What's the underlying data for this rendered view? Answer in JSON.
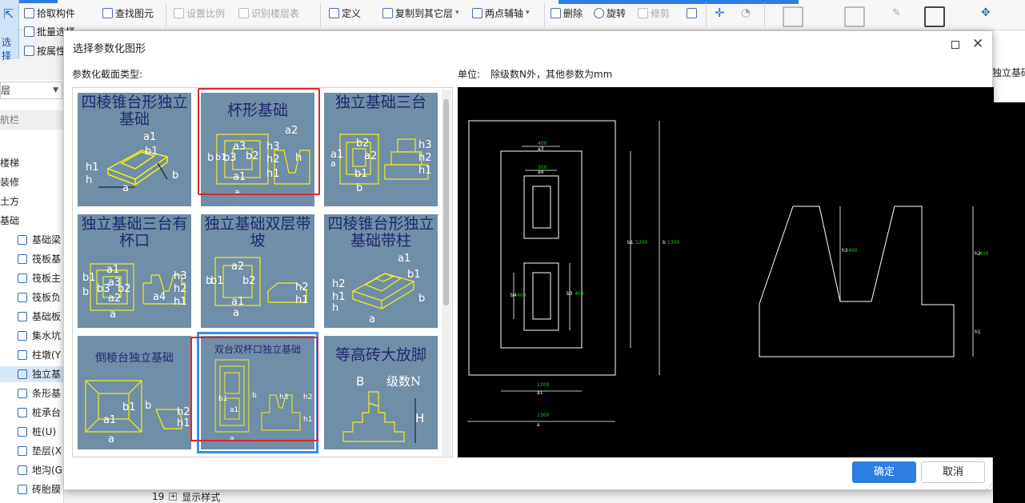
{
  "ribbon": {
    "select_label": "选择",
    "pick_component": "拾取构件",
    "batch_select": "批量选择",
    "by_attr": "按属性",
    "find_element": "查找图元",
    "set_scale": "设置比例",
    "identify_floor_table": "识别楼层表",
    "define": "定义",
    "copy_to_other_floor": "复制到其它层",
    "two_point_axis": "两点辅轴",
    "delete": "删除",
    "rotate": "旋转",
    "trim": "修剪"
  },
  "sidebar": {
    "floor_value": "层",
    "nav_title": "航栏",
    "items": [
      {
        "label": "楼梯"
      },
      {
        "label": "装修"
      },
      {
        "label": "土方"
      },
      {
        "label": "基础"
      },
      {
        "label": "基础梁"
      },
      {
        "label": "筏板基"
      },
      {
        "label": "筏板主"
      },
      {
        "label": "筏板负"
      },
      {
        "label": "基础板"
      },
      {
        "label": "集水坑"
      },
      {
        "label": "柱墩(Y"
      },
      {
        "label": "独立基"
      },
      {
        "label": "条形基"
      },
      {
        "label": "桩承台"
      },
      {
        "label": "桩(U)"
      },
      {
        "label": "垫层(X"
      },
      {
        "label": "地沟(G"
      },
      {
        "label": "砖胎膜"
      }
    ]
  },
  "bottom_row": {
    "num": "19",
    "label": "显示样式"
  },
  "right_strip": {
    "label": "独立基础"
  },
  "dialog": {
    "title": "选择参数化图形",
    "type_label": "参数化截面类型:",
    "unit_label": "单位:",
    "unit_value": "除级数N外，其他参数为mm",
    "ok": "确定",
    "cancel": "取消"
  },
  "tiles": [
    {
      "title": "四棱锥台形独立基础"
    },
    {
      "title": "杯形基础"
    },
    {
      "title": "独立基础三台"
    },
    {
      "title": "独立基础三台有杯口"
    },
    {
      "title": "独立基础双层带坡"
    },
    {
      "title": "四棱锥台形独立基础带柱"
    },
    {
      "title": "倒棱台独立基础"
    },
    {
      "title": "双台双杯口独立基础"
    },
    {
      "title": "等高砖大放脚"
    }
  ],
  "tile_labels": {
    "pyramid": [
      "a1",
      "b1",
      "h1",
      "h",
      "a",
      "b"
    ],
    "cup": [
      "a2",
      "a3",
      "b3",
      "b2",
      "h3",
      "h2",
      "h1",
      "a1",
      "a",
      "b",
      "b1",
      "h"
    ],
    "three_step": [
      "b2",
      "a2",
      "a1",
      "b1",
      "h3",
      "h2",
      "h1",
      "a",
      "b"
    ],
    "three_step_cup": [
      "a1",
      "a3",
      "b1",
      "b3",
      "b2",
      "a2",
      "h3",
      "h2",
      "h1",
      "a4",
      "a",
      "b"
    ],
    "double_slope": [
      "a2",
      "b1",
      "b2",
      "a1",
      "h2",
      "h1",
      "b",
      "a"
    ],
    "pyramid_col": [
      "a1",
      "b1",
      "h2",
      "h1",
      "h",
      "a",
      "b"
    ],
    "inverted": [
      "a1",
      "b1",
      "b",
      "h2",
      "h1",
      "a"
    ],
    "double_cup": [
      "a1",
      "b1",
      "h3",
      "h2",
      "h1",
      "a",
      "b"
    ],
    "brick": [
      "B",
      "级数N",
      "H"
    ]
  },
  "preview": {
    "dims": [
      "400",
      "300",
      "1200",
      "1200",
      "1300",
      "1300",
      "400",
      "400",
      "400",
      "400"
    ],
    "vars": [
      "a3",
      "a4",
      "a1",
      "a",
      "b1",
      "b",
      "b3",
      "b4",
      "h3",
      "h2",
      "h1"
    ]
  },
  "colors": {
    "accent": "#2e7de1",
    "tile_bg": "#6f8ea8",
    "highlight_red": "#e0262b",
    "select_blue": "#3a8fe6",
    "cad_line": "#ffffff",
    "cad_dim": "#22cc22"
  }
}
